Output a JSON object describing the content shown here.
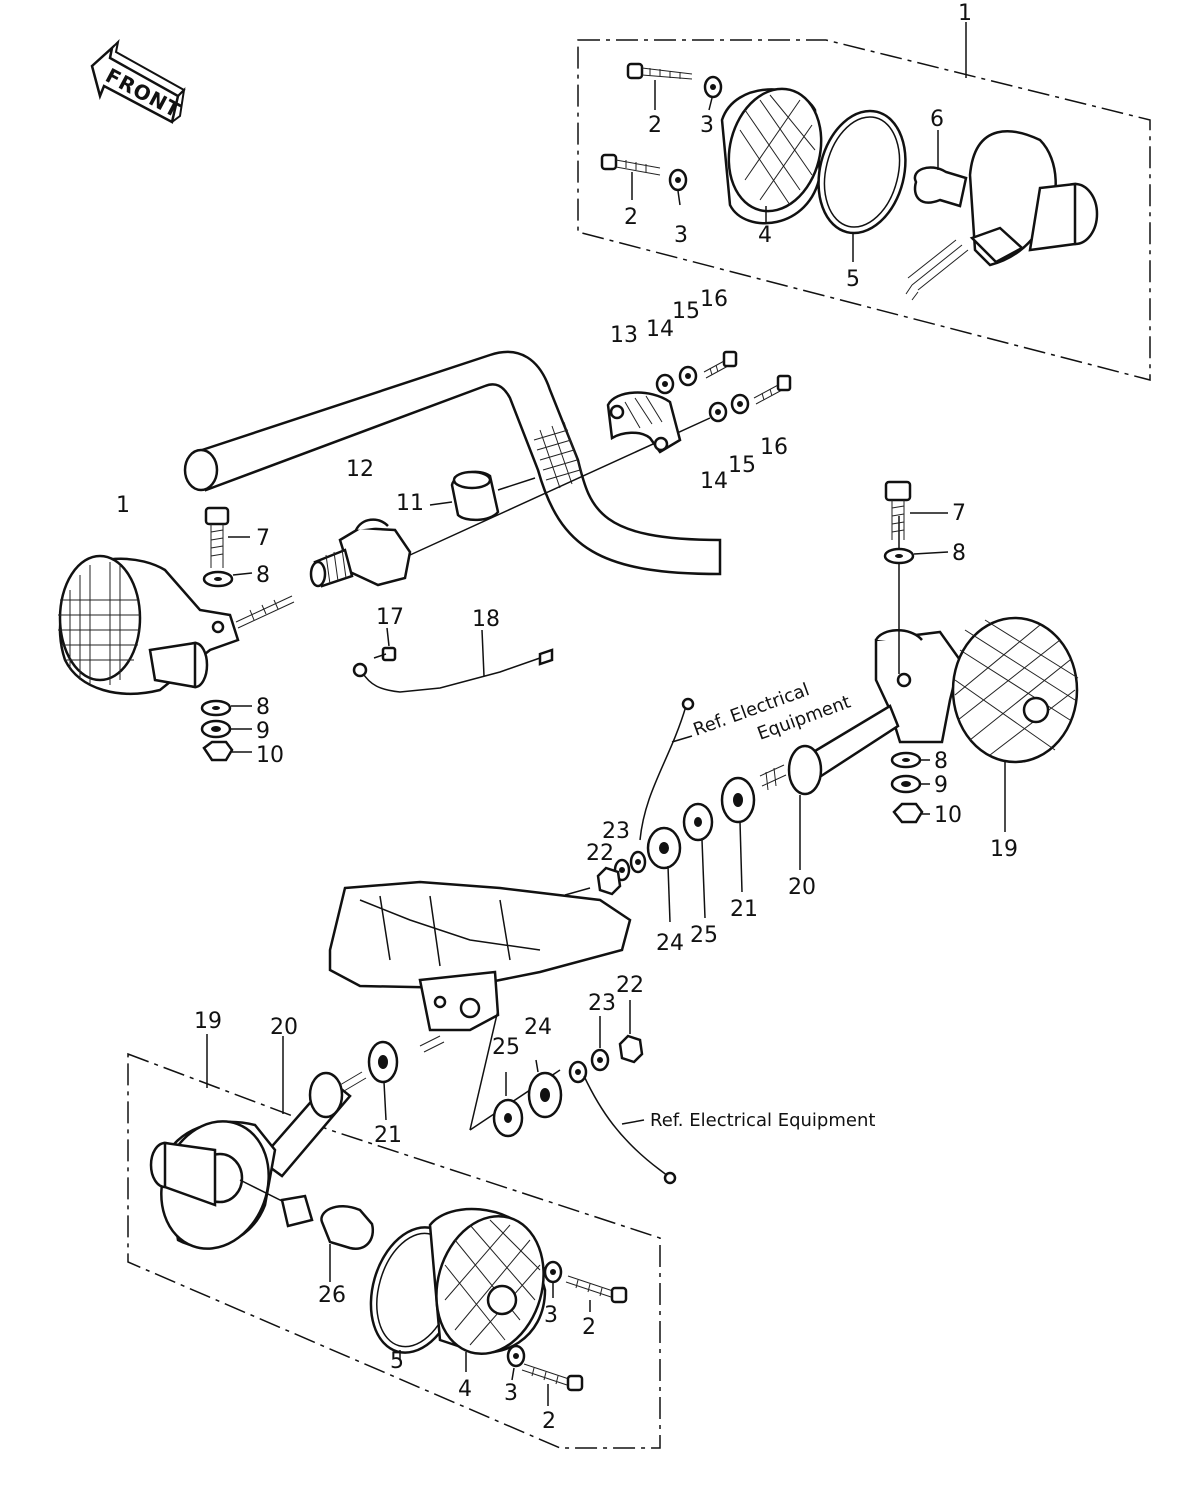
{
  "front_label": "FRONT",
  "callouts": [
    {
      "id": "c1a",
      "text": "1"
    },
    {
      "id": "c2a",
      "text": "2"
    },
    {
      "id": "c3a",
      "text": "3"
    },
    {
      "id": "c2b",
      "text": "2"
    },
    {
      "id": "c3b",
      "text": "3"
    },
    {
      "id": "c4a",
      "text": "4"
    },
    {
      "id": "c5a",
      "text": "5"
    },
    {
      "id": "c6a",
      "text": "6"
    },
    {
      "id": "c13",
      "text": "13"
    },
    {
      "id": "c14a",
      "text": "14"
    },
    {
      "id": "c15a",
      "text": "15"
    },
    {
      "id": "c16a",
      "text": "16"
    },
    {
      "id": "c14b",
      "text": "14"
    },
    {
      "id": "c15b",
      "text": "15"
    },
    {
      "id": "c16b",
      "text": "16"
    },
    {
      "id": "c12",
      "text": "12"
    },
    {
      "id": "c11",
      "text": "11"
    },
    {
      "id": "c1b",
      "text": "1"
    },
    {
      "id": "c7a",
      "text": "7"
    },
    {
      "id": "c8a",
      "text": "8"
    },
    {
      "id": "c17",
      "text": "17"
    },
    {
      "id": "c18",
      "text": "18"
    },
    {
      "id": "c8b",
      "text": "8"
    },
    {
      "id": "c9a",
      "text": "9"
    },
    {
      "id": "c10a",
      "text": "10"
    },
    {
      "id": "c7b",
      "text": "7"
    },
    {
      "id": "c8c",
      "text": "8"
    },
    {
      "id": "c8d",
      "text": "8"
    },
    {
      "id": "c9b",
      "text": "9"
    },
    {
      "id": "c10b",
      "text": "10"
    },
    {
      "id": "c19a",
      "text": "19"
    },
    {
      "id": "c20a",
      "text": "20"
    },
    {
      "id": "c21a",
      "text": "21"
    },
    {
      "id": "c25a",
      "text": "25"
    },
    {
      "id": "c24a",
      "text": "24"
    },
    {
      "id": "c23a",
      "text": "23"
    },
    {
      "id": "c22a",
      "text": "22"
    },
    {
      "id": "c19b",
      "text": "19"
    },
    {
      "id": "c20b",
      "text": "20"
    },
    {
      "id": "c21b",
      "text": "21"
    },
    {
      "id": "c25b",
      "text": "25"
    },
    {
      "id": "c24b",
      "text": "24"
    },
    {
      "id": "c23b",
      "text": "23"
    },
    {
      "id": "c22b",
      "text": "22"
    },
    {
      "id": "c26",
      "text": "26"
    },
    {
      "id": "c5b",
      "text": "5"
    },
    {
      "id": "c4b",
      "text": "4"
    },
    {
      "id": "c3c",
      "text": "3"
    },
    {
      "id": "c2c",
      "text": "2"
    },
    {
      "id": "c3d",
      "text": "3"
    },
    {
      "id": "c2d",
      "text": "2"
    }
  ],
  "references": {
    "upper_line1": "Ref.  Electrical",
    "upper_line2": "Equipment",
    "lower": "Ref.  Electrical Equipment"
  }
}
